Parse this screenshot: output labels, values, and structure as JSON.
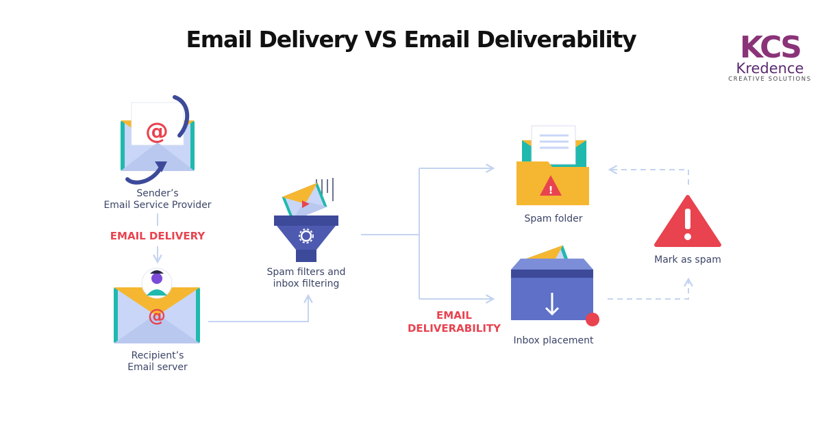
{
  "title": "Email Delivery VS Email Deliverability",
  "logo": {
    "mark": "KCS",
    "name": "Kredence",
    "tagline": "CREATIVE SOLUTIONS"
  },
  "nodes": {
    "sender": {
      "line1": "Sender’s",
      "line2": "Email Service Provider",
      "icon": "envelope-at-icon"
    },
    "recipient": {
      "line1": "Recipient’s",
      "line2": "Email server",
      "icon": "envelope-person-icon"
    },
    "filter": {
      "line1": "Spam filters and",
      "line2": "inbox filtering",
      "icon": "funnel-gear-icon"
    },
    "spam_folder": {
      "label": "Spam folder",
      "icon": "folder-warning-icon"
    },
    "inbox": {
      "label": "Inbox placement",
      "icon": "inbox-tray-icon"
    },
    "mark_spam": {
      "label": "Mark as spam",
      "icon": "warning-triangle-icon"
    }
  },
  "phases": {
    "delivery": "EMAIL DELIVERY",
    "deliverability_line1": "EMAIL",
    "deliverability_line2": "DELIVERABILITY"
  },
  "colors": {
    "accent_red": "#e8434f",
    "navy": "#3b4467",
    "envelope_body": "#c9d6f7",
    "envelope_flap": "#f5b731",
    "envelope_edge": "#1fb9ad",
    "arrow": "#c3d4f0",
    "logo_purple": "#8a3378"
  }
}
